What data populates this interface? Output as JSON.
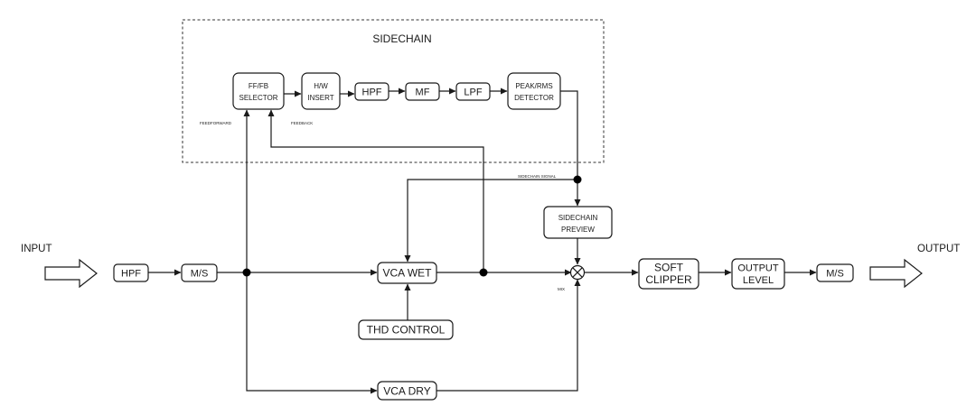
{
  "sidechain": {
    "title": "SIDECHAIN",
    "ff_fb_selector": [
      "FF/FB",
      "SELECTOR"
    ],
    "hw_insert": [
      "H/W",
      "INSERT"
    ],
    "hpf": "HPF",
    "mf": "MF",
    "lpf": "LPF",
    "detector": [
      "PEAK/RMS",
      "DETECTOR"
    ],
    "feedforward": "FEEDFORWARD",
    "feedback": "FEEDBACK",
    "signal": "SIDECHAIN SIGNAL"
  },
  "main": {
    "input": "INPUT",
    "output": "OUTPUT",
    "hpf": "HPF",
    "ms_in": "M/S",
    "vca_wet": "VCA WET",
    "thd_control": "THD CONTROL",
    "vca_dry": "VCA DRY",
    "sidechain_preview": [
      "SIDECHAIN",
      "PREVIEW"
    ],
    "mix": "MIX",
    "soft_clipper": [
      "SOFT",
      "CLIPPER"
    ],
    "output_level": [
      "OUTPUT",
      "LEVEL"
    ],
    "ms_out": "M/S"
  }
}
